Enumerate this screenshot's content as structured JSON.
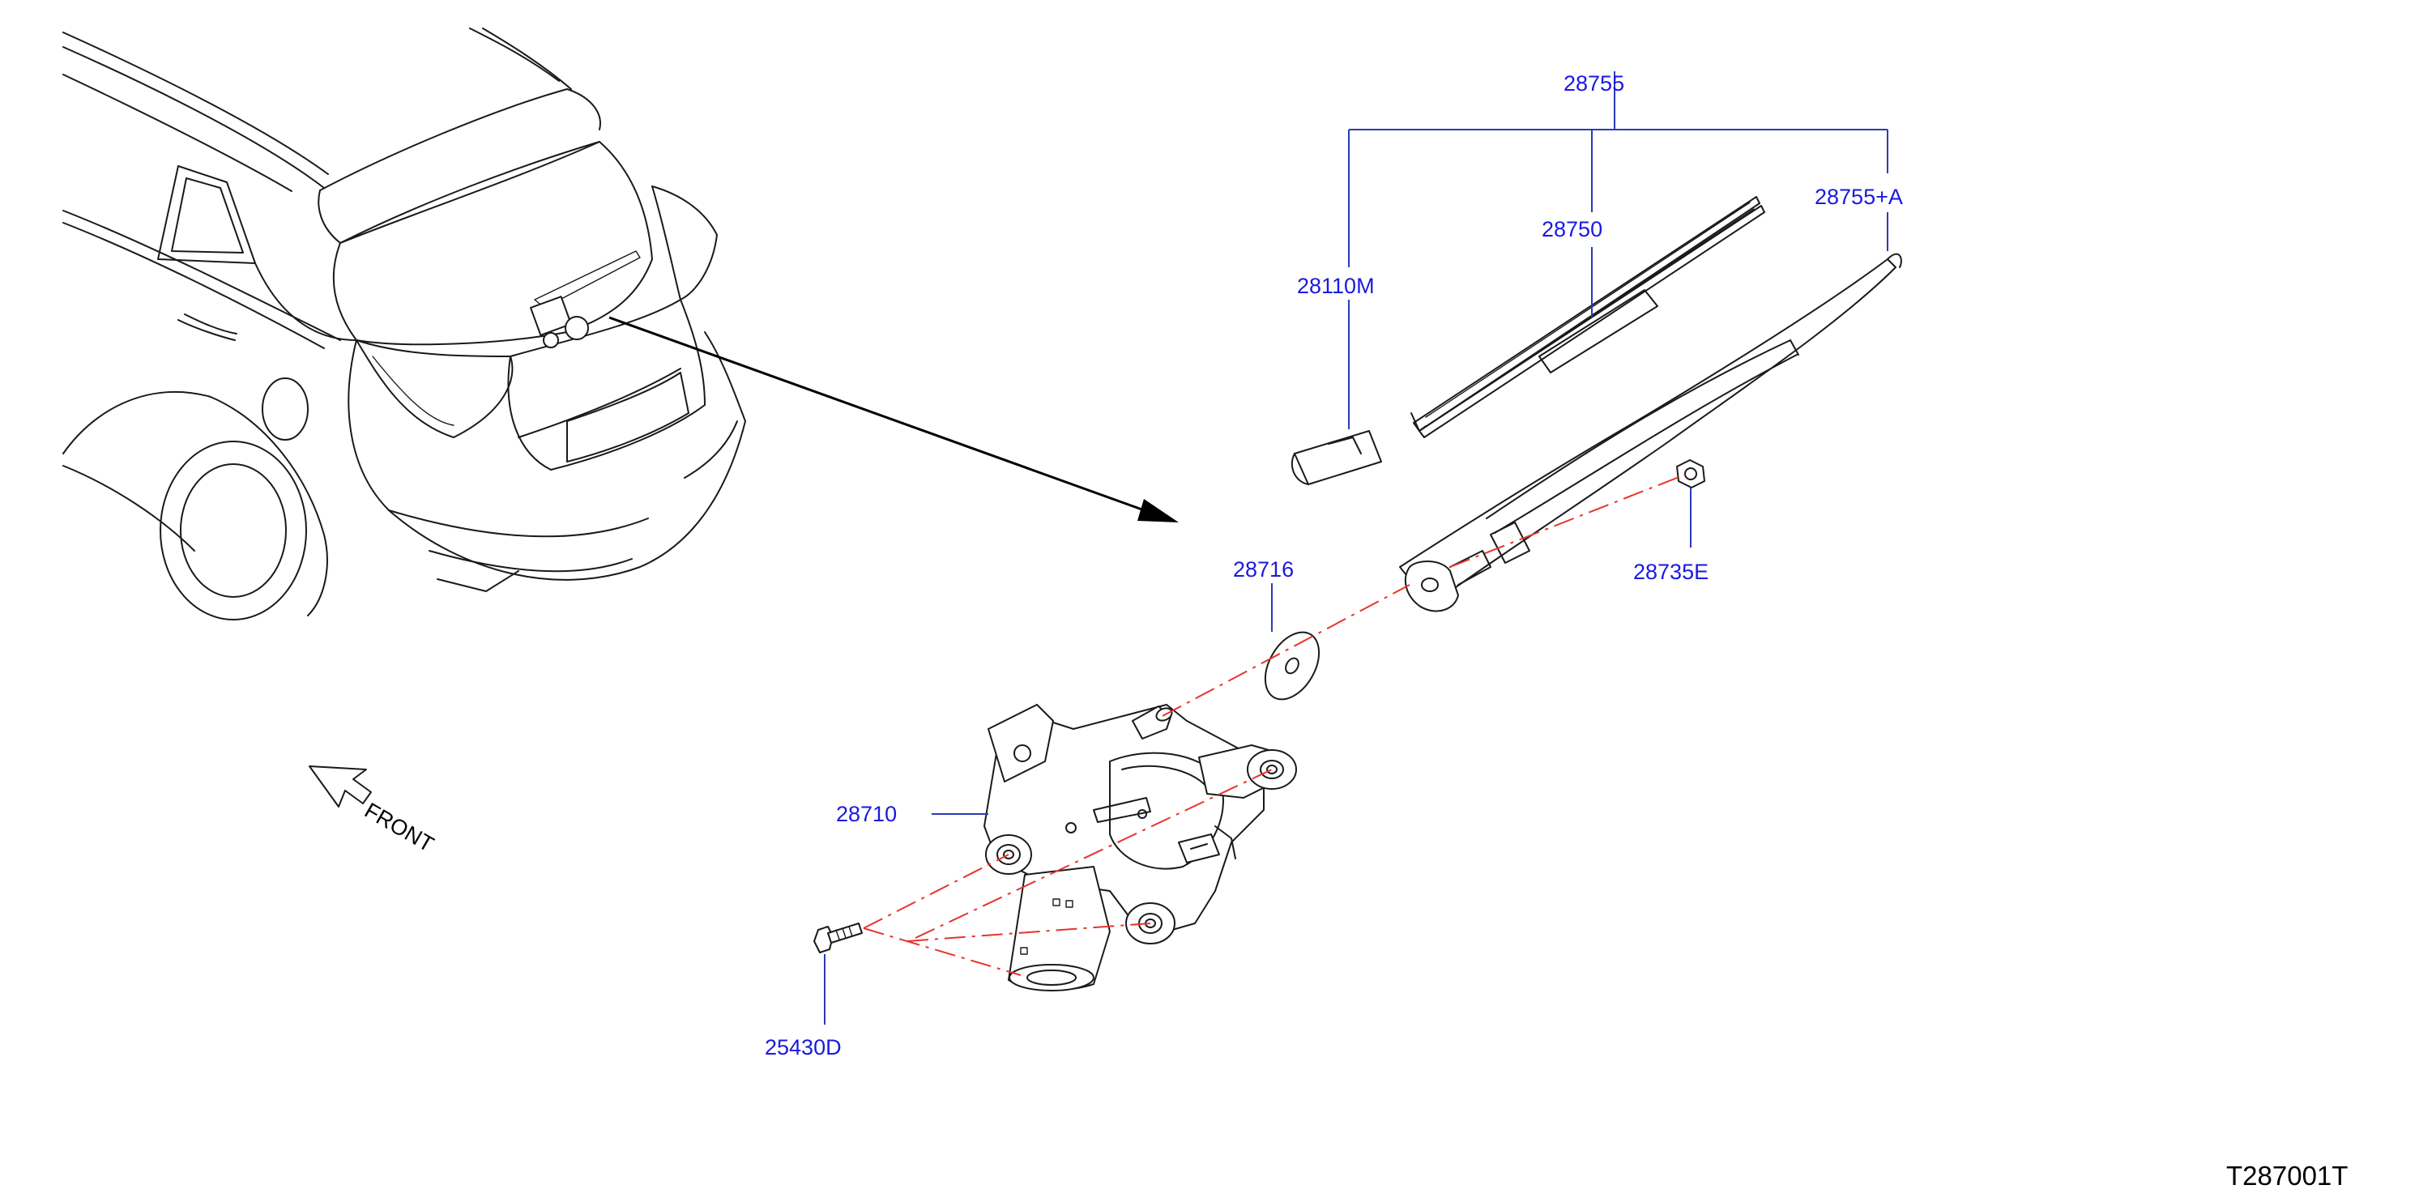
{
  "diagram": {
    "drawing_code": "T287001T",
    "front_label": "FRONT",
    "part_labels": {
      "p28755": "28755",
      "p28750": "28750",
      "p28755A": "28755+A",
      "p28110M": "28110M",
      "p28716": "28716",
      "p28735E": "28735E",
      "p28710": "28710",
      "p25430D": "25430D"
    },
    "colors": {
      "part_label": "#1a1adf",
      "leader_line": "#2b3bb8",
      "center_line": "#e8342c",
      "line_art": "#1a1a1a"
    }
  }
}
